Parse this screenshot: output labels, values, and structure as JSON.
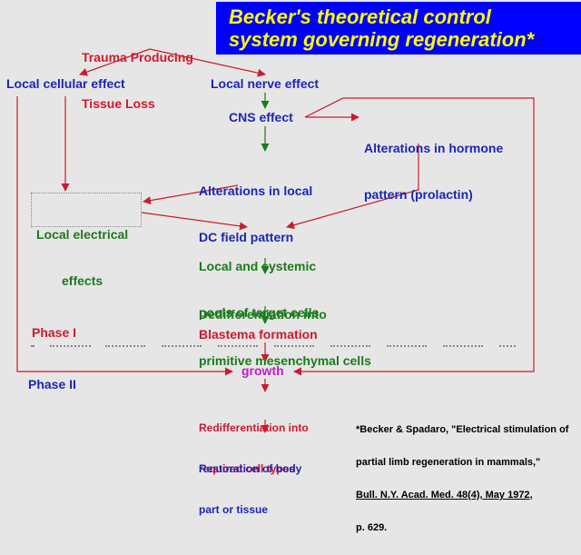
{
  "title": {
    "line1": "Becker's theoretical control",
    "line2": "system governing regeneration*"
  },
  "nodes": {
    "trauma": [
      "Trauma Producing",
      "Tissue Loss"
    ],
    "local_cellular": "Local cellular effect",
    "local_nerve": "Local nerve effect",
    "cns": "CNS effect",
    "hormone": [
      "Alterations in hormone",
      "pattern (prolactin)"
    ],
    "dc_field": [
      "Alterations in local",
      "DC field pattern"
    ],
    "local_electrical": [
      "Local electrical",
      "effects"
    ],
    "target_cells": [
      "Local and systemic",
      "pools of target cells"
    ],
    "dedifferentiation": [
      "Dedifferentiation into",
      "primitive mesenchymal cells"
    ],
    "blastema": "Blastema formation",
    "growth": "growth",
    "redifferentiation": [
      "Redifferentiation into",
      "required cell types"
    ],
    "restoration": [
      "Restoration of body",
      "part or tissue"
    ]
  },
  "phases": {
    "phase1": "Phase I",
    "phase2": "Phase II"
  },
  "citation": {
    "line1": "*Becker & Spadaro, \"Electrical stimulation of",
    "line2": "partial limb regeneration in mammals,\"",
    "line3": "Bull. N.Y. Acad. Med. 48(4), May 1972,",
    "line4": "p. 629."
  },
  "colors": {
    "red": "#cc1a2e",
    "blue": "#1b26b4",
    "green": "#1b7a1b",
    "magenta": "#c21bc9",
    "title_bg": "#0000ff",
    "title_text": "#ffff00",
    "background": "#e6e6e6"
  }
}
